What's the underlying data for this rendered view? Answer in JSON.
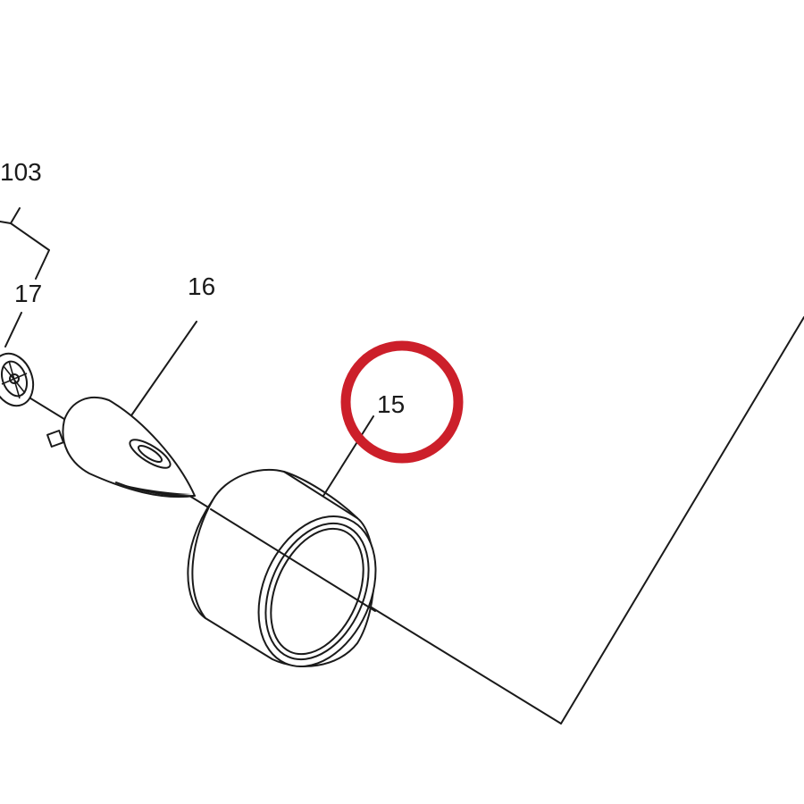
{
  "diagram": {
    "labels": {
      "part_103": "103",
      "part_17": "17",
      "part_16": "16",
      "part_15": "15"
    },
    "highlight": {
      "target_part": "15",
      "color": "#cc1f2a"
    },
    "line_color": "#1a1a1a",
    "background": "#ffffff"
  }
}
